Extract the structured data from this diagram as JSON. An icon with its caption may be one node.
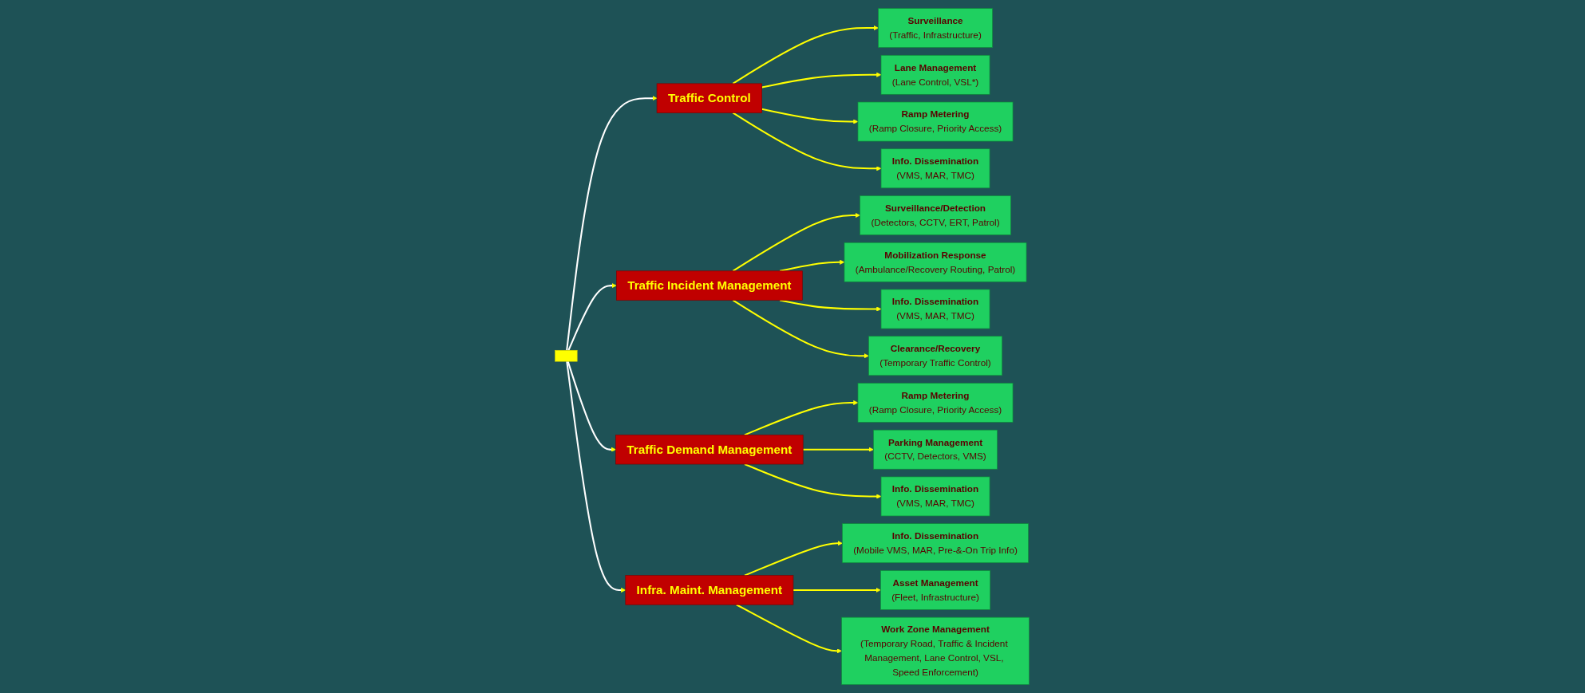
{
  "diagram": {
    "nodes": [
      {
        "text": [],
        "shape": "box"
      },
      {
        "text": [
          "Traffic Control"
        ]
      },
      {
        "text": [
          "Surveillance",
          "(Traffic, Infrastructure)"
        ]
      },
      {
        "text": [
          "Lane Management",
          "(Lane Control, VSL*)"
        ]
      },
      {
        "text": [
          "Ramp Metering",
          "(Ramp Closure, Priority Access)"
        ]
      },
      {
        "text": [
          "Info. Dissemination",
          "(VMS, MAR, TMC)"
        ]
      },
      {
        "text": [
          "Traffic Incident Management"
        ]
      },
      {
        "text": [
          "Surveillance/Detection",
          "(Detectors, CCTV, ERT, Patrol)"
        ]
      },
      {
        "text": [
          "Mobilization Response",
          "(Ambulance/Recovery Routing, Patrol)"
        ]
      },
      {
        "text": [
          "Info. Dissemination",
          "(VMS, MAR, TMC)"
        ]
      },
      {
        "text": [
          "Clearance/Recovery",
          "(Temporary Traffic Control)"
        ]
      },
      {
        "text": [
          "Traffic Demand Management"
        ]
      },
      {
        "text": [
          "Ramp Metering",
          "(Ramp Closure, Priority Access)"
        ]
      },
      {
        "text": [
          "Parking Management",
          "(CCTV, Detectors, VMS)"
        ]
      },
      {
        "text": [
          "Info. Dissemination",
          "(VMS, MAR, TMC)"
        ]
      },
      {
        "text": [
          "Infra. Maint. Management"
        ]
      },
      {
        "text": [
          "Info. Dissemination",
          "(Mobile VMS, MAR, Pre-&-On Trip Info)"
        ]
      },
      {
        "text": [
          "Asset Management",
          "(Fleet, Infrastructure)"
        ]
      },
      {
        "text": [
          "Work Zone Management",
          "(Temporary Road, Traffic & Incident Management, Lane Control, VSL, Speed Enforcement)"
        ]
      }
    ],
    "edges": [
      {
        "from": 0,
        "to": 1,
        "arrow": "to",
        "color": "#ffffff"
      },
      {
        "from": 0,
        "to": 6,
        "arrow": "to",
        "color": "#ffffff"
      },
      {
        "from": 0,
        "to": 11,
        "arrow": "to",
        "color": "#ffffff"
      },
      {
        "from": 0,
        "to": 15,
        "arrow": "to",
        "color": "#ffffff"
      },
      {
        "from": 1,
        "to": 2,
        "arrow": "to"
      },
      {
        "from": 1,
        "to": 3,
        "arrow": "to"
      },
      {
        "from": 1,
        "to": 4,
        "arrow": "to"
      },
      {
        "from": 1,
        "to": 5,
        "arrow": "to"
      },
      {
        "from": 6,
        "to": 7,
        "arrow": "to"
      },
      {
        "from": 6,
        "to": 8,
        "arrow": "to"
      },
      {
        "from": 6,
        "to": 9,
        "arrow": "to"
      },
      {
        "from": 6,
        "to": 10,
        "arrow": "to"
      },
      {
        "from": 11,
        "to": 12,
        "arrow": "to"
      },
      {
        "from": 11,
        "to": 13,
        "arrow": "to"
      },
      {
        "from": 11,
        "to": 14,
        "arrow": "to"
      },
      {
        "from": 15,
        "to": 16,
        "arrow": "to"
      },
      {
        "from": 15,
        "to": 17,
        "arrow": "to"
      },
      {
        "from": 15,
        "to": 18,
        "arrow": "to"
      }
    ]
  }
}
